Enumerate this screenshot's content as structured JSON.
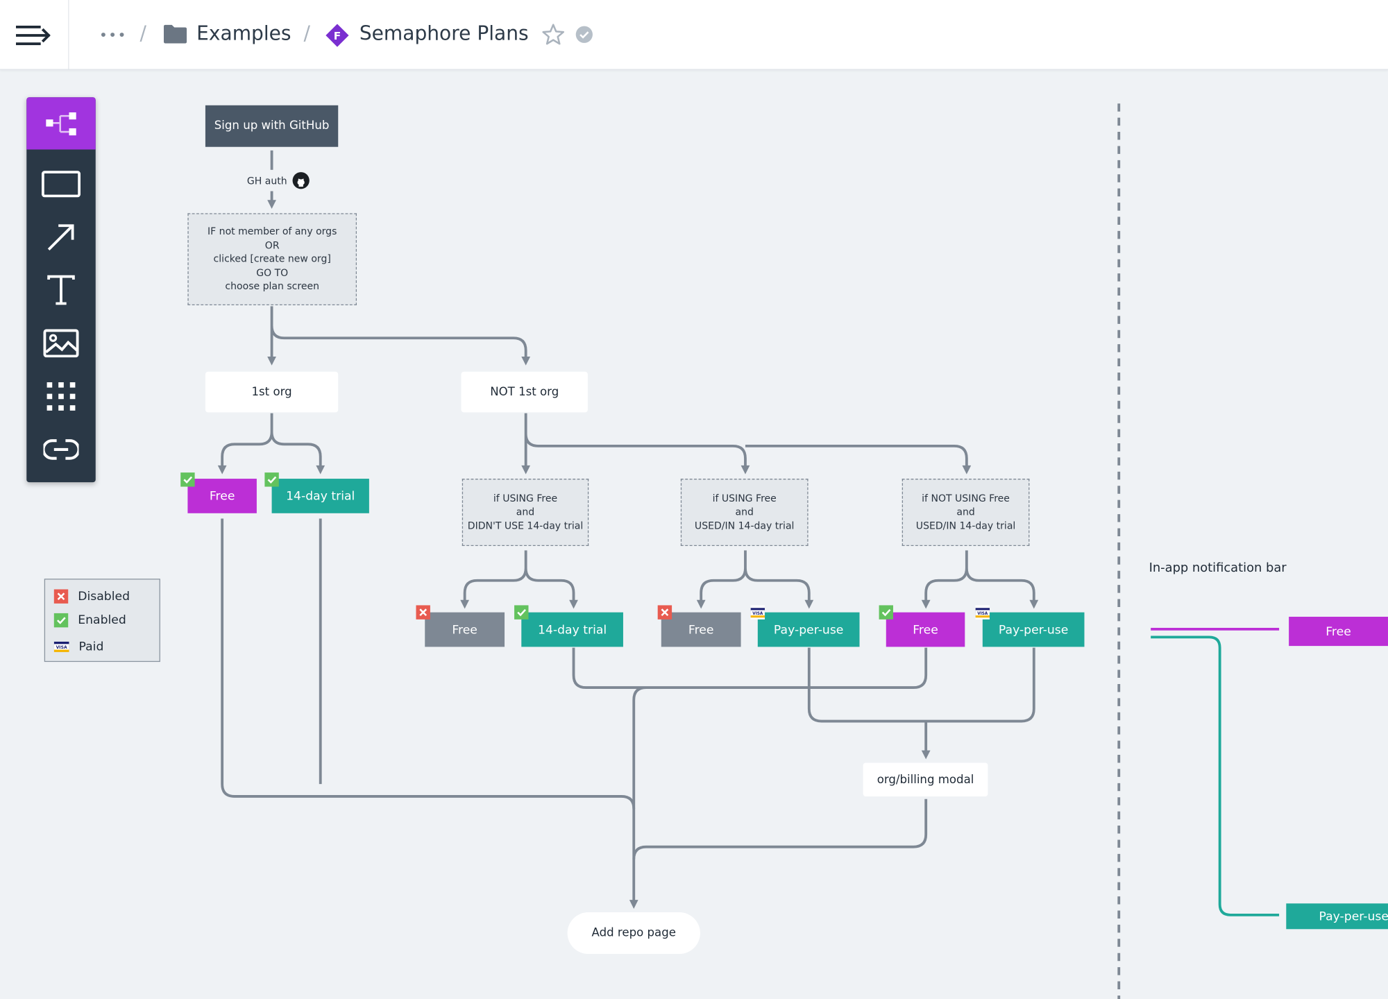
{
  "header": {
    "more_label": "•••",
    "sep": "/",
    "folder_label": "Examples",
    "doc_title": "Semaphore Plans",
    "doc_badge_letter": "F"
  },
  "colors": {
    "accent_purple": "#bc2fd6",
    "teal": "#1fa99a",
    "gray": "#7e8894",
    "dark": "#4a5867",
    "enabled": "#63c25e",
    "disabled": "#e85b50",
    "line": "#7e8894"
  },
  "toolbar": {
    "tools": [
      "flowchart-icon",
      "rectangle-icon",
      "arrow-icon",
      "text-icon",
      "image-icon",
      "grid-icon",
      "link-icon"
    ]
  },
  "legend": {
    "disabled": "Disabled",
    "enabled": "Enabled",
    "paid": "Paid",
    "paid_card_text": "VISA"
  },
  "diagram": {
    "signup": "Sign up with GitHub",
    "gh_auth": "GH auth",
    "condition_main": "IF not member of any orgs\nOR\nclicked [create new org]\nGO TO\nchoose plan screen",
    "first_org": "1st org",
    "not_first_org": "NOT 1st org",
    "free": "Free",
    "trial": "14-day trial",
    "pay_per_use": "Pay-per-use",
    "cond_a": "if USING Free\nand\nDIDN'T USE 14-day trial",
    "cond_b": "if USING Free\nand\nUSED/IN 14-day trial",
    "cond_c": "if NOT USING Free\nand\nUSED/IN 14-day trial",
    "billing_modal": "org/billing modal",
    "add_repo": "Add repo page",
    "notification_label": "In-app notification bar"
  }
}
